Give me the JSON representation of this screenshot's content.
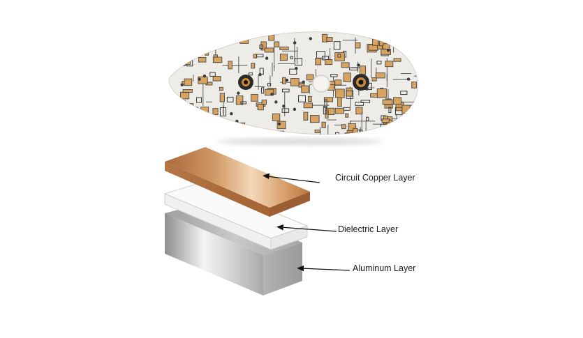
{
  "labels": {
    "copper": "Circuit Copper Layer",
    "dielectric": "Dielectric Layer",
    "aluminum": "Aluminum Layer"
  },
  "colors": {
    "copper": "#c98a55",
    "board": "#eeece7",
    "pad": "#d8a35e",
    "trace": "#3a3a3a",
    "dielectric": "#f7f7f7",
    "aluminum": "#b9b9b9"
  }
}
